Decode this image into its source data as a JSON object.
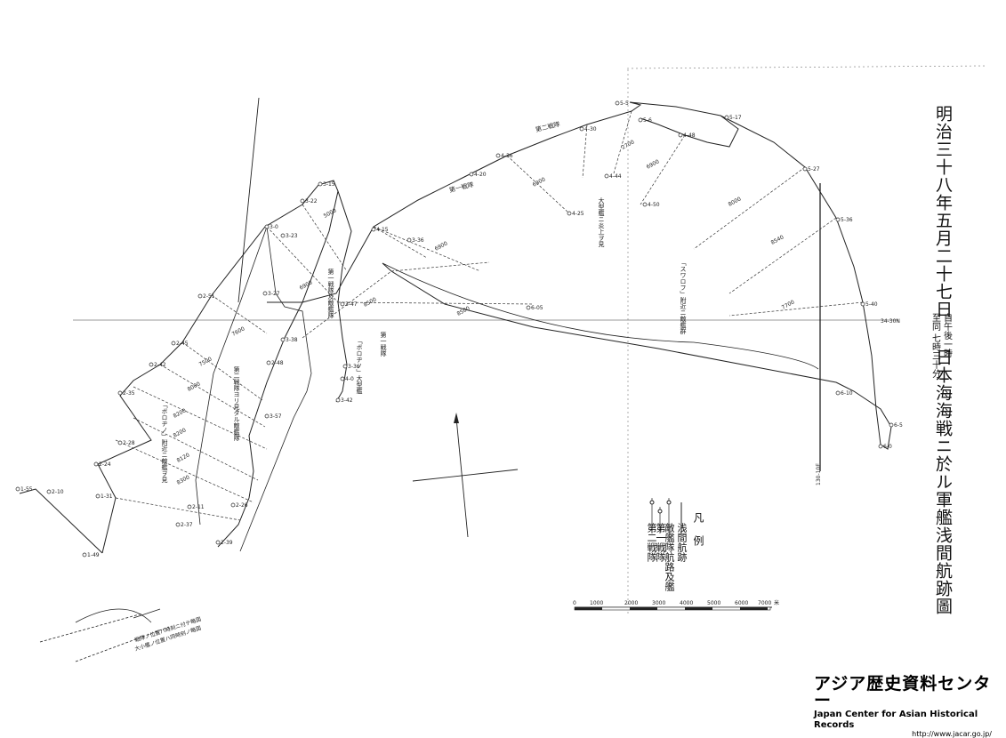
{
  "title": {
    "part1": "明治三十八年五月二十七日",
    "time_top": "自午後一時",
    "time_bottom": "至同 七時三十分",
    "part2": "日本海海戦ニ於ル軍艦浅間航跡圖"
  },
  "grid": {
    "lat_label": "34-30N",
    "lon_label": "130-10E"
  },
  "legend": {
    "heading": "凡例",
    "items": [
      "浅間航跡",
      "敵艦隊航路及艦",
      "第一戦隊",
      "第二戦隊"
    ]
  },
  "map_notes": [
    "第二戦隊",
    "第一戦隊",
    "第一戦隊",
    "第二戦隊ヨリ見タル敵艦隊",
    "「ボロヂノ」附近ニ敵艦ヲ見",
    "大型艦ニ炎上ヲ見",
    "第一戦隊及敵艦隊",
    "「スワロフ」附近ニ敵艦群",
    "「ボロヂノ」大型艦"
  ],
  "bottom_note": [
    "戦隊ノ位置ハ時刻ニ付テ略図",
    "大小艦ノ位置ハ同時刻ノ略図"
  ],
  "scale_bar": {
    "ticks": [
      "0",
      "1000",
      "2000",
      "3000",
      "4000",
      "5000",
      "6000",
      "7000"
    ],
    "unit": "米"
  },
  "watermark": {
    "japanese": "アジア歴史資料センター",
    "english": "Japan Center for Asian Historical Records",
    "url": "http://www.jacar.go.jp/"
  },
  "track_labels": [
    "1-49",
    "1-55",
    "2-10",
    "1-31",
    "2-24",
    "2-28",
    "2-35",
    "2-42",
    "2-51",
    "2-45",
    "3-0",
    "3-23",
    "3-27",
    "3-38",
    "2-48",
    "2-11",
    "2-37",
    "2-39",
    "2-26",
    "3-15",
    "3-22",
    "3-36",
    "4-15",
    "3-47",
    "3-57",
    "4-0",
    "3-42",
    "3-36",
    "4-30",
    "4-36",
    "4-48",
    "5-5",
    "5-6",
    "5-17",
    "5-27",
    "5-36",
    "5-40",
    "6-10",
    "6-5",
    "6-0",
    "6-05",
    "4-20",
    "4-25",
    "4-44",
    "4-50"
  ],
  "distance_labels": [
    "6900",
    "7500",
    "8500",
    "6900",
    "7600",
    "8000",
    "8200",
    "8200",
    "8120",
    "8300",
    "6900",
    "8000",
    "8540",
    "7700",
    "6900",
    "5000",
    "8500",
    "2700"
  ]
}
